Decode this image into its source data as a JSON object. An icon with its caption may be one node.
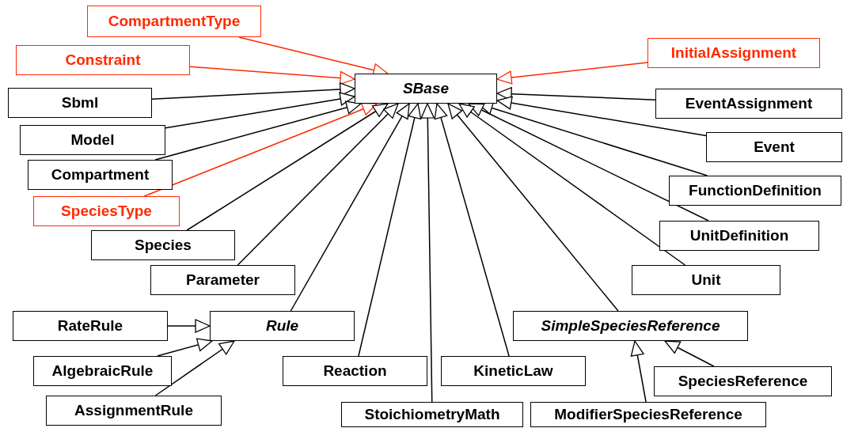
{
  "diagram": {
    "nodes": [
      {
        "text": [
          "CompartmentType"
        ]
      },
      {
        "text": [
          "Constraint"
        ]
      },
      {
        "text": [
          "InitialAssignment"
        ]
      },
      {
        "text": [
          "SBase"
        ]
      },
      {
        "text": [
          "Sbml"
        ]
      },
      {
        "text": [
          "EventAssignment"
        ]
      },
      {
        "text": [
          "Model"
        ]
      },
      {
        "text": [
          "Event"
        ]
      },
      {
        "text": [
          "Compartment"
        ]
      },
      {
        "text": [
          "FunctionDefinition"
        ]
      },
      {
        "text": [
          "SpeciesType"
        ]
      },
      {
        "text": [
          "UnitDefinition"
        ]
      },
      {
        "text": [
          "Species"
        ]
      },
      {
        "text": [
          "Parameter"
        ]
      },
      {
        "text": [
          "Unit"
        ]
      },
      {
        "text": [
          "RateRule"
        ]
      },
      {
        "text": [
          "Rule"
        ]
      },
      {
        "text": [
          "SimpleSpeciesReference"
        ]
      },
      {
        "text": [
          "AlgebraicRule"
        ]
      },
      {
        "text": [
          "Reaction"
        ]
      },
      {
        "text": [
          "KineticLaw"
        ]
      },
      {
        "text": [
          "SpeciesReference"
        ]
      },
      {
        "text": [
          "AssignmentRule"
        ]
      },
      {
        "text": [
          "StoichiometryMath"
        ]
      },
      {
        "text": [
          "ModifierSpeciesReference"
        ]
      }
    ],
    "edges": [
      {
        "from": 0,
        "to": 3,
        "arrow": "to",
        "color": "#ff2a00"
      },
      {
        "from": 1,
        "to": 3,
        "arrow": "to",
        "color": "#ff2a00"
      },
      {
        "from": 2,
        "to": 3,
        "arrow": "to",
        "color": "#ff2a00"
      },
      {
        "from": 4,
        "to": 3,
        "arrow": "to"
      },
      {
        "from": 5,
        "to": 3,
        "arrow": "to"
      },
      {
        "from": 6,
        "to": 3,
        "arrow": "to"
      },
      {
        "from": 7,
        "to": 3,
        "arrow": "to"
      },
      {
        "from": 8,
        "to": 3,
        "arrow": "to"
      },
      {
        "from": 9,
        "to": 3,
        "arrow": "to"
      },
      {
        "from": 10,
        "to": 3,
        "arrow": "to",
        "color": "#ff2a00"
      },
      {
        "from": 11,
        "to": 3,
        "arrow": "to"
      },
      {
        "from": 12,
        "to": 3,
        "arrow": "to"
      },
      {
        "from": 13,
        "to": 3,
        "arrow": "to"
      },
      {
        "from": 14,
        "to": 3,
        "arrow": "to"
      },
      {
        "from": 16,
        "to": 3,
        "arrow": "to"
      },
      {
        "from": 17,
        "to": 3,
        "arrow": "to"
      },
      {
        "from": 19,
        "to": 3,
        "arrow": "to"
      },
      {
        "from": 20,
        "to": 3,
        "arrow": "to"
      },
      {
        "from": 23,
        "to": 3,
        "arrow": "to"
      },
      {
        "from": 15,
        "to": 16,
        "arrow": "to"
      },
      {
        "from": 18,
        "to": 16,
        "arrow": "to"
      },
      {
        "from": 22,
        "to": 16,
        "arrow": "to"
      },
      {
        "from": 21,
        "to": 17,
        "arrow": "to"
      },
      {
        "from": 24,
        "to": 17,
        "arrow": "to"
      }
    ]
  }
}
